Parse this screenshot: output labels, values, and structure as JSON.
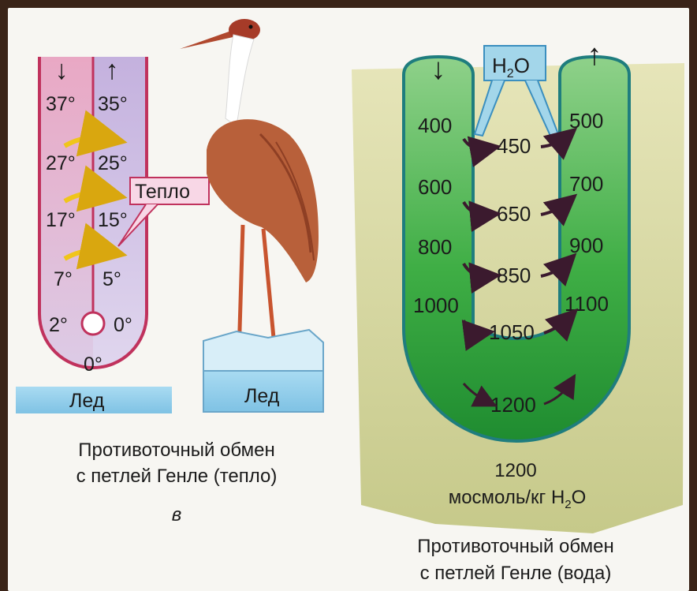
{
  "heat_panel": {
    "arrow_down": "↓",
    "arrow_up": "↑",
    "left_temps": [
      "37°",
      "27°",
      "17°",
      "7°",
      "2°"
    ],
    "right_temps": [
      "35°",
      "25°",
      "15°",
      "5°",
      "0°"
    ],
    "bottom_temp": "0°",
    "heat_label": "Тепло",
    "ice_label_left": "Лед",
    "ice_label_right": "Лед",
    "caption_line1": "Противоточный обмен",
    "caption_line2": "с петлей Генле (тепло)",
    "panel_letter": "в"
  },
  "water_panel": {
    "arrow_down": "↓",
    "arrow_up": "↑",
    "water_label": "H",
    "water_sub": "2",
    "water_tail": "O",
    "left_values": [
      "400",
      "600",
      "800",
      "1000"
    ],
    "middle_values": [
      "450",
      "650",
      "850",
      "1050"
    ],
    "right_values": [
      "500",
      "700",
      "900",
      "1100"
    ],
    "loop_bottom": "1200",
    "tissue_value": "1200",
    "tissue_unit": "мосмоль/кг H",
    "tissue_unit_sub": "2",
    "tissue_unit_tail": "O",
    "caption_line1": "Противоточный обмен",
    "caption_line2": "с петлей Генле (вода)"
  },
  "colors": {
    "heat_left": "#e7a9c3",
    "heat_right": "#c9b6df",
    "heat_outline": "#c0325d",
    "ice": "#9fd0ea",
    "tissue": "#d4d39a",
    "tube_green": "#45b048",
    "tube_edge": "#1f7d7e",
    "arrow_yellow": "#f0c51a",
    "arrow_dark": "#3b1a2e"
  }
}
